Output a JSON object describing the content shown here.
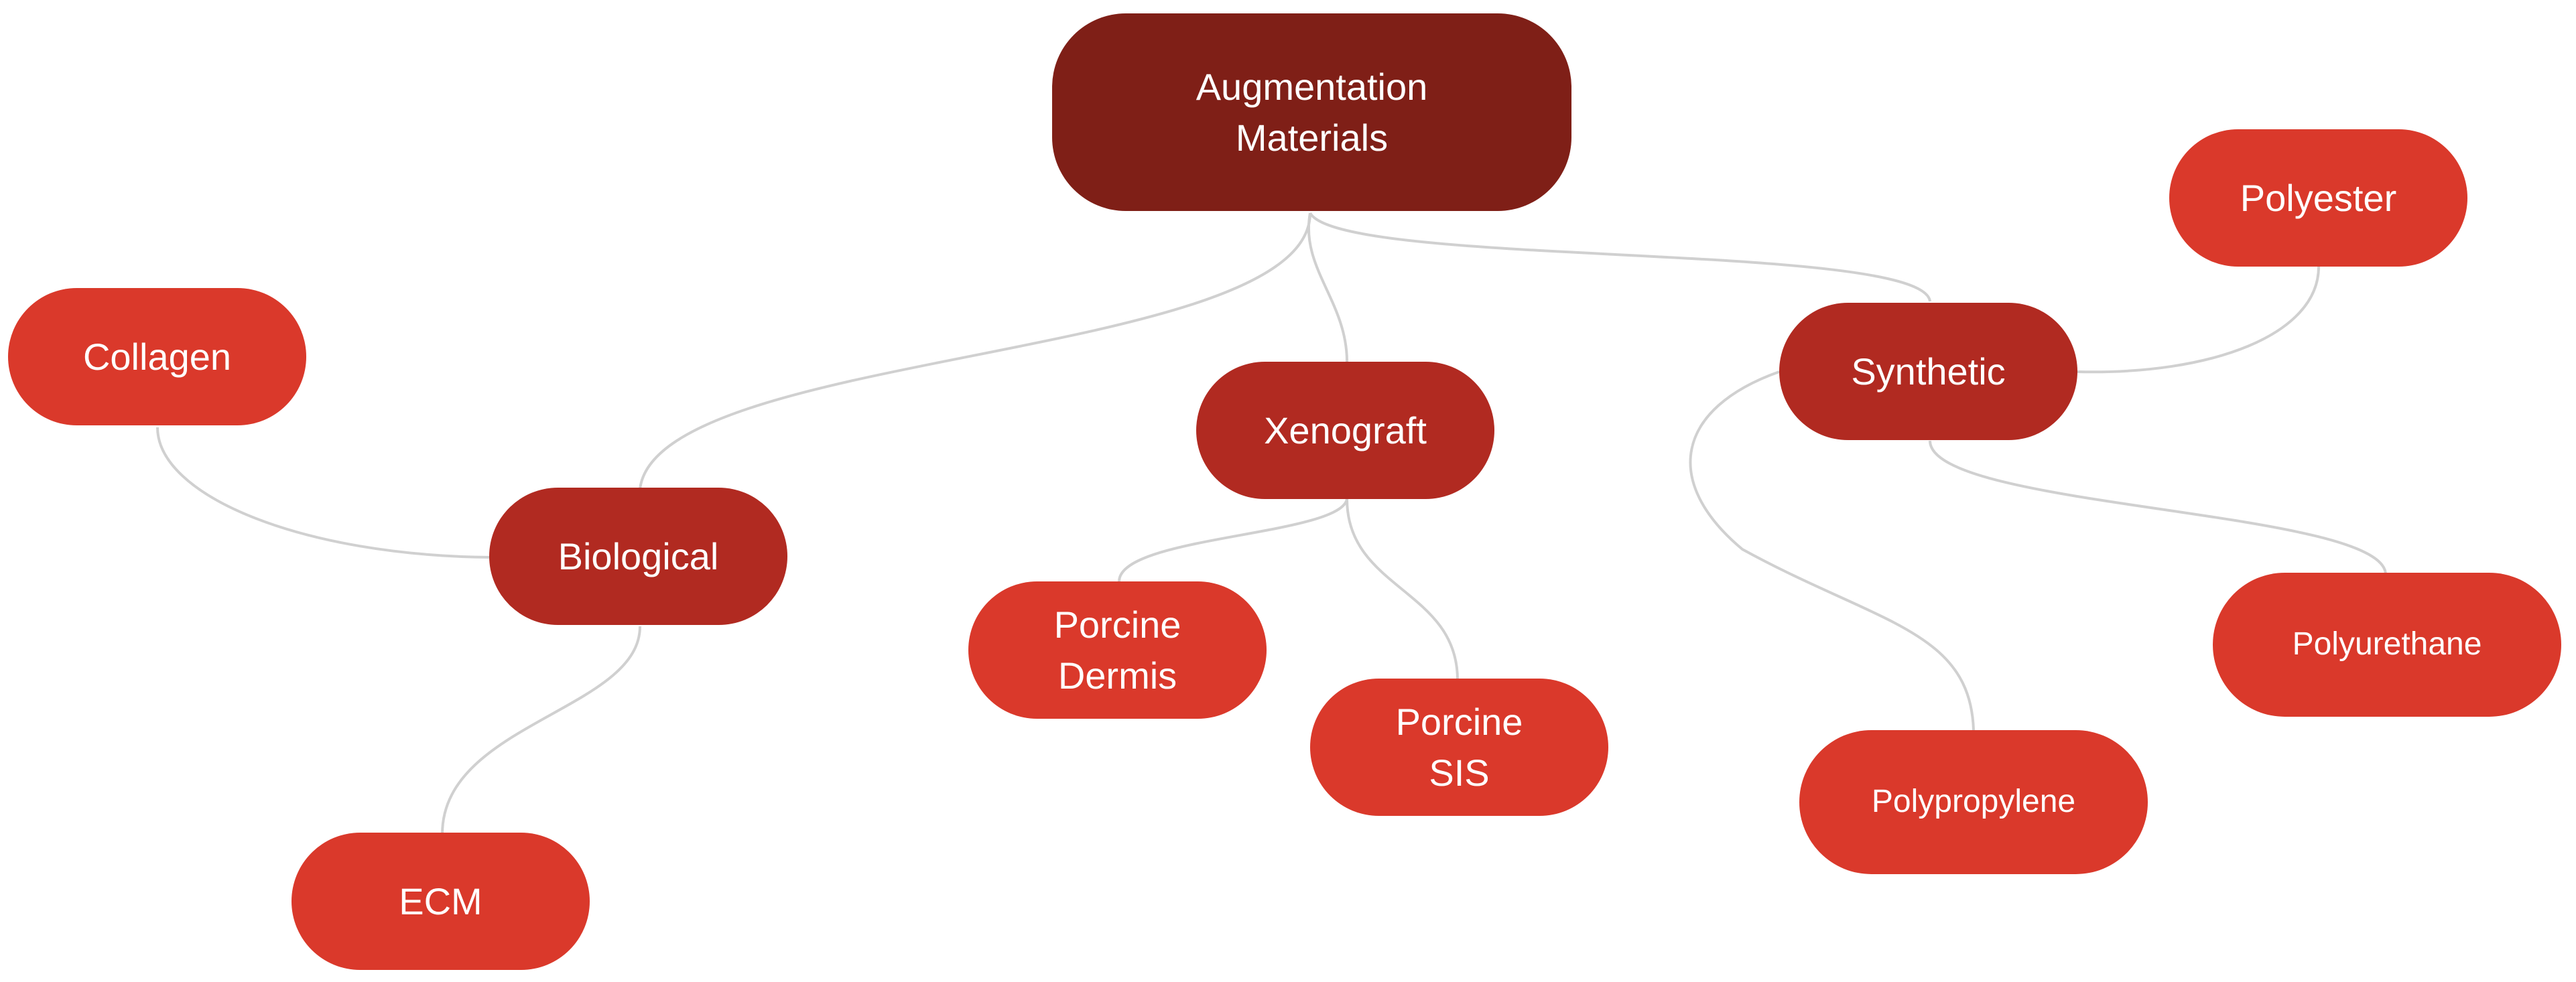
{
  "colors": {
    "root": "#7f1f17",
    "category": "#b12a21",
    "leaf": "#da392b",
    "connector": "#d0d0d0",
    "text": "#ffffff"
  },
  "nodes": {
    "root": "Augmentation\nMaterials",
    "biological": "Biological",
    "xenograft": "Xenograft",
    "synthetic": "Synthetic",
    "collagen": "Collagen",
    "ecm": "ECM",
    "porcine_dermis": "Porcine\nDermis",
    "porcine_sis": "Porcine\nSIS",
    "polyester": "Polyester",
    "polypropylene": "Polypropylene",
    "polyurethane": "Polyurethane"
  },
  "edges": [
    {
      "from": "root",
      "to": "biological"
    },
    {
      "from": "root",
      "to": "xenograft"
    },
    {
      "from": "root",
      "to": "synthetic"
    },
    {
      "from": "biological",
      "to": "collagen"
    },
    {
      "from": "biological",
      "to": "ecm"
    },
    {
      "from": "xenograft",
      "to": "porcine_dermis"
    },
    {
      "from": "xenograft",
      "to": "porcine_sis"
    },
    {
      "from": "synthetic",
      "to": "polyester"
    },
    {
      "from": "synthetic",
      "to": "polypropylene"
    },
    {
      "from": "synthetic",
      "to": "polyurethane"
    }
  ]
}
